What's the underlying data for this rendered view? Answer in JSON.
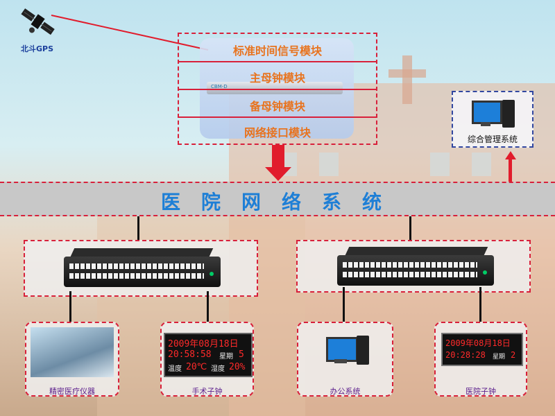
{
  "satellite": {
    "label": "北斗GPS",
    "icon": "satellite-icon"
  },
  "modules": [
    "标准时间信号模块",
    "主母钟模块",
    "备母钟模块",
    "网络接口模块"
  ],
  "device_model": "CBM-D",
  "management": {
    "label": "综合管理系统",
    "icon": "computer-icon"
  },
  "network": {
    "title": "医院网络系统"
  },
  "terminals": [
    {
      "label": "精密医疗仪器"
    },
    {
      "label": "手术子钟"
    },
    {
      "label": "办公系统"
    },
    {
      "label": "医院子钟"
    }
  ],
  "surgery_clock": {
    "date": "2009年08月18日",
    "time": "20:58:58",
    "weekday_label": "星期",
    "weekday": "5",
    "temp_label": "温度",
    "temp": "20℃",
    "humidity_label": "湿度",
    "humidity": "20%"
  },
  "hospital_clock": {
    "date": "2009年08月18日",
    "time": "20:28:28",
    "weekday_label": "星期",
    "weekday": "2"
  },
  "colors": {
    "accent_red": "#d8203a",
    "module_text": "#e8731e",
    "network_title": "#1e7fd6",
    "terminal_text": "#5b1e8c"
  }
}
